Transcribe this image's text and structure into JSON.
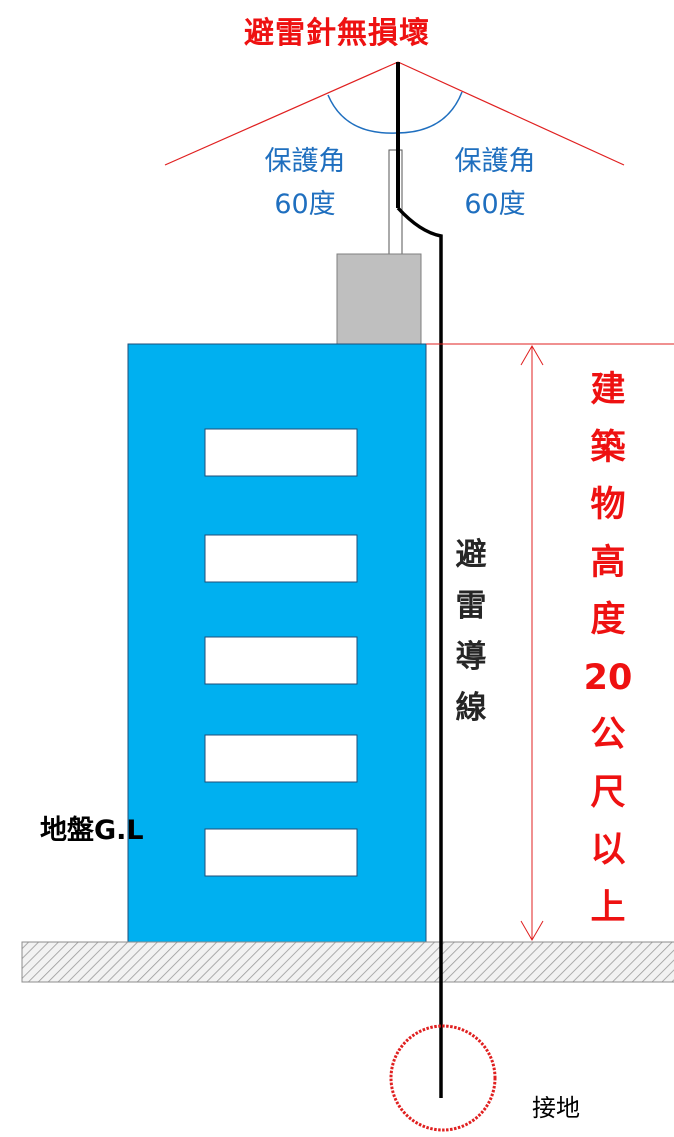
{
  "title": "避雷針無損壞",
  "protection_angle_left": {
    "line1": "保護角",
    "line2": "60度"
  },
  "protection_angle_right": {
    "line1": "保護角",
    "line2": "60度"
  },
  "down_conductor_label": "避雷導線",
  "building_height_label": "建築物高度20公尺以上",
  "ground_label": "地盤G.L",
  "earthing_label": "接地",
  "colors": {
    "title_red": "#ee1111",
    "angle_blue": "#1f6fbf",
    "building_blue": "#00b0f0",
    "rooftop_gray": "#bfbfbf",
    "ground_hatch": "#a6a6a6",
    "earth_circle": "#e02020"
  }
}
